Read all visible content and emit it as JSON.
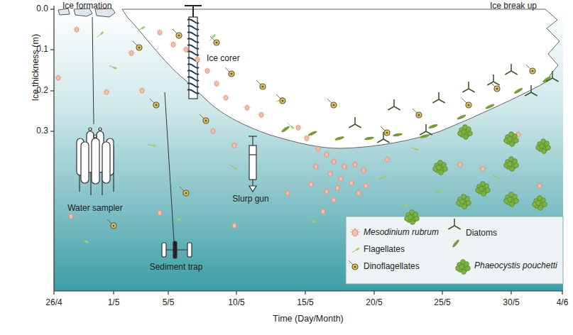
{
  "diagram": {
    "labels": [
      "Ice formation",
      "Ice break up",
      "0.0",
      "0.1",
      "0.2",
      "0.3",
      "Ice thickness (m)",
      "Ice corer",
      "Water sampler",
      "Slurp gun",
      "Sediment trap",
      "26/4",
      "1/5",
      "5/5",
      "10/5",
      "15/5",
      "20/5",
      "25/5",
      "30/5",
      "4/6",
      "Time (Day/Month)"
    ],
    "legend": [
      {
        "text": "Mesodinium rubrum"
      },
      {
        "text": "Flagellates"
      },
      {
        "text": "Dinoflagellates"
      },
      {
        "text": "Diatoms"
      },
      {
        "text": "Phaeocystis pouchetti"
      }
    ]
  }
}
